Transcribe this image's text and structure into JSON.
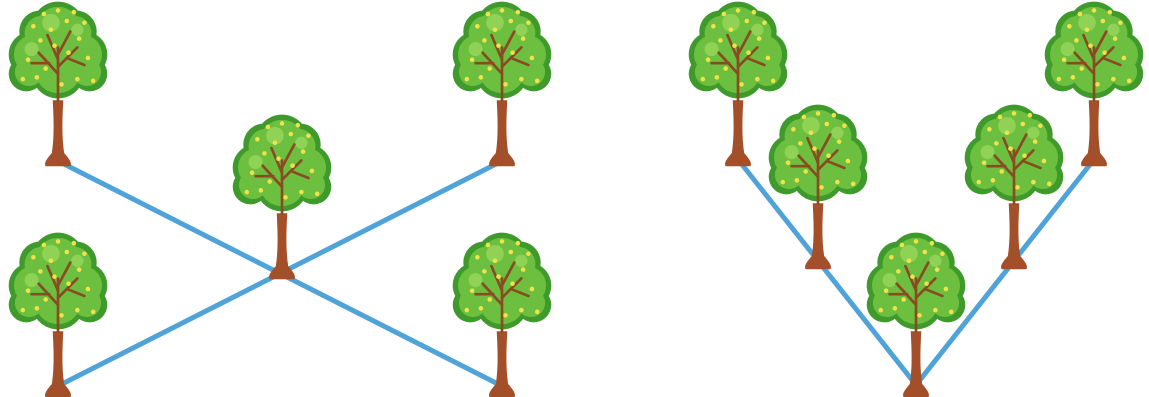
{
  "colors": {
    "background": "#ffffff",
    "line": "#4fa3d9",
    "trunk": "#a3502a",
    "trunk_shadow": "#7f3a1c",
    "foliage_dark": "#3f9a2c",
    "foliage": "#6cbf3f",
    "foliage_light": "#8fd255",
    "branch": "#8a4a22",
    "fruit": "#f1e24a"
  },
  "icons": {
    "tree": "tree-icon"
  },
  "groups": [
    {
      "name": "x-arrangement",
      "tree_count": 5
    },
    {
      "name": "v-arrangement",
      "tree_count": 5
    }
  ]
}
